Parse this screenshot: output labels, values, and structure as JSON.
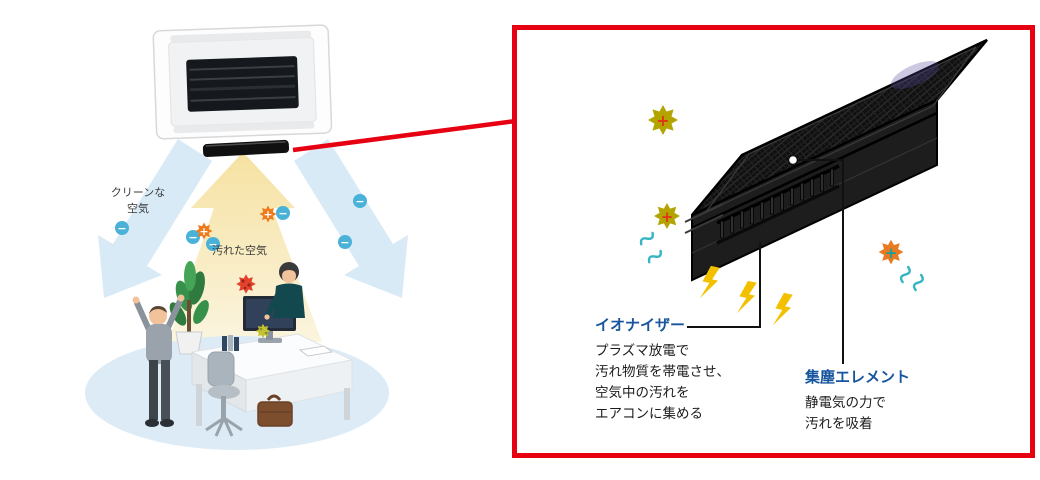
{
  "scene": {
    "clean_air_line1": "クリーンな",
    "clean_air_line2": "空気",
    "dirty_air": "汚れた空気"
  },
  "callout": {
    "ionizer_title": "イオナイザー",
    "ionizer_desc": [
      "プラズマ放電で",
      "汚れ物質を帯電させ、",
      "空気中の汚れを",
      "エアコンに集める"
    ],
    "dust_title": "集塵エレメント",
    "dust_desc": [
      "静電気の力で",
      "汚れを吸着"
    ]
  },
  "icons": {
    "minus": "−",
    "plus": "+"
  },
  "colors": {
    "accent_red": "#e60012",
    "label_blue": "#17559e",
    "clean_air_blue": "#d9eaf7",
    "dirty_air_cream": "#f8e9b2",
    "particle_blue": "#4ab2d8",
    "particle_orange": "#ef7a1a",
    "lightning_yellow": "#f3c000"
  }
}
